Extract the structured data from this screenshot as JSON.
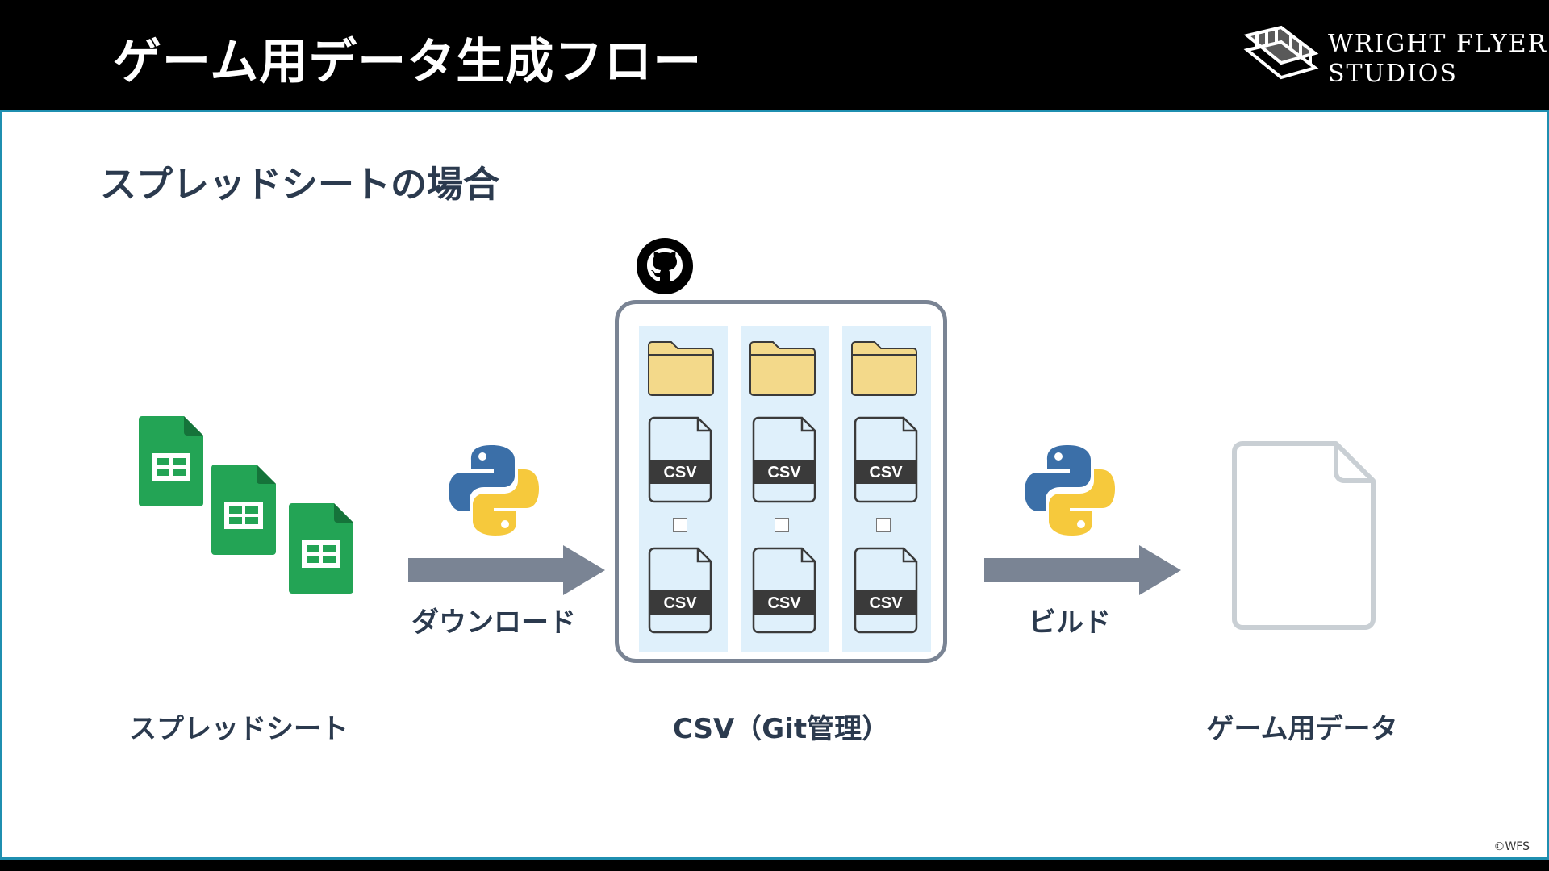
{
  "header": {
    "title": "ゲーム用データ生成フロー",
    "logo": {
      "line1": "WRIGHT FLYER",
      "line2": "STUDIOS"
    }
  },
  "section_title": "スプレッドシートの場合",
  "flow": {
    "step1": {
      "caption": "スプレッドシート",
      "icon": "google-sheets-icon"
    },
    "arrow1": {
      "label": "ダウンロード",
      "icon": "python-icon"
    },
    "step2": {
      "caption": "CSV（Git管理）",
      "icon": "github-icon",
      "columns": [
        {
          "folder_icon": "folder-icon",
          "files": [
            "CSV",
            "CSV"
          ]
        },
        {
          "folder_icon": "folder-icon",
          "files": [
            "CSV",
            "CSV"
          ]
        },
        {
          "folder_icon": "folder-icon",
          "files": [
            "CSV",
            "CSV"
          ]
        }
      ]
    },
    "arrow2": {
      "label": "ビルド",
      "icon": "python-icon"
    },
    "step3": {
      "caption": "ゲーム用データ",
      "icon": "blank-document-icon"
    }
  },
  "footer": {
    "copyright": "©WFS"
  },
  "colors": {
    "header_bg": "#000000",
    "accent_line": "#1f8fb0",
    "text_dark": "#2b3a4e",
    "arrow": "#7a8494",
    "sheets_green": "#23a455",
    "folder": "#f3d98a",
    "repo_column_bg": "#dff0fb"
  }
}
